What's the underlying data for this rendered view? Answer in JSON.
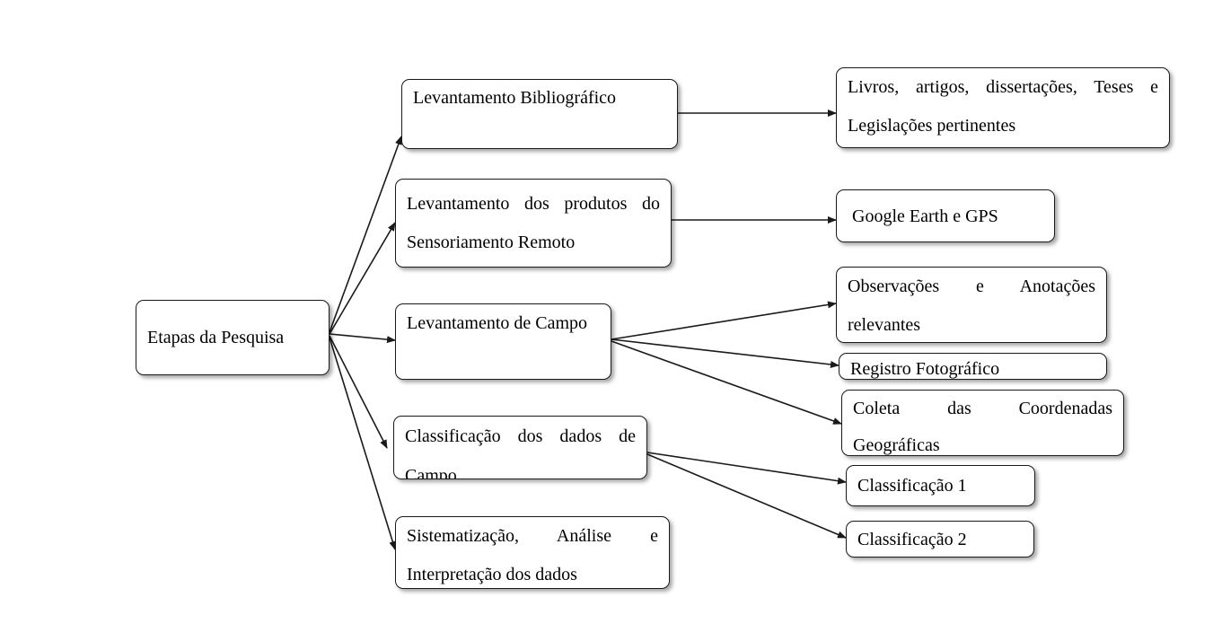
{
  "colors": {
    "stroke": "#1a1a1a",
    "background": "#ffffff",
    "text": "#000000"
  },
  "nodes": {
    "root": "Etapas da Pesquisa",
    "bibliografico": "Levantamento Bibliográfico",
    "sensoriamento": "Levantamento dos produtos do Sensoriamento Remoto",
    "campo": "Levantamento de Campo",
    "classificacao": "Classificação dos dados de Campo",
    "sistematizacao": "Sistematização, Análise e Interpretação dos dados",
    "livros": "Livros, artigos, dissertações, Teses e Legislações pertinentes",
    "google": "Google Earth e GPS",
    "observacoes": "Observações e Anotações relevantes",
    "registro": "Registro Fotográfico",
    "coleta": "Coleta das Coordenadas Geográficas",
    "classif1": "Classificação 1",
    "classif2": "Classificação 2"
  },
  "edges": [
    [
      "root",
      "bibliografico"
    ],
    [
      "root",
      "sensoriamento"
    ],
    [
      "root",
      "campo"
    ],
    [
      "root",
      "classificacao"
    ],
    [
      "root",
      "sistematizacao"
    ],
    [
      "bibliografico",
      "livros"
    ],
    [
      "sensoriamento",
      "google"
    ],
    [
      "campo",
      "observacoes"
    ],
    [
      "campo",
      "registro"
    ],
    [
      "campo",
      "coleta"
    ],
    [
      "classificacao",
      "classif1"
    ],
    [
      "classificacao",
      "classif2"
    ]
  ]
}
